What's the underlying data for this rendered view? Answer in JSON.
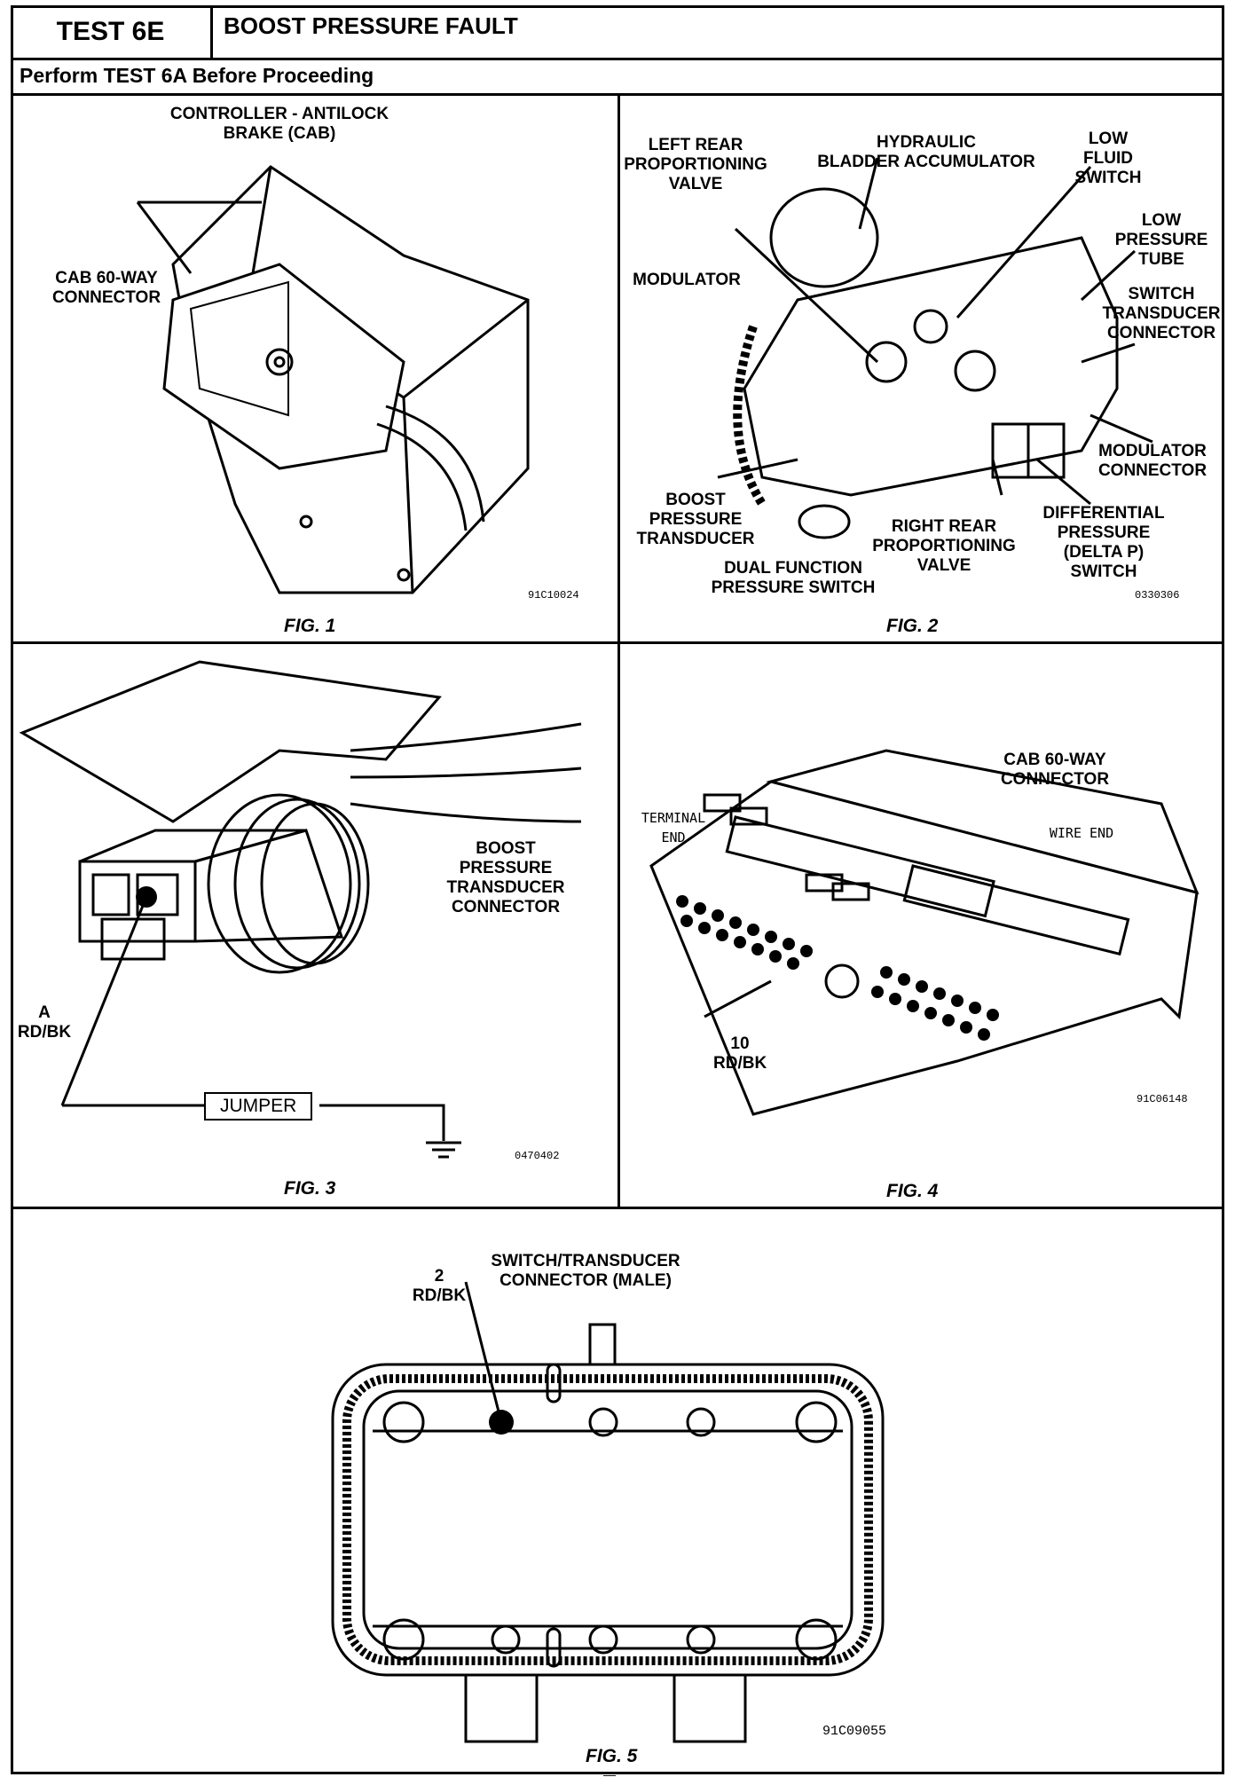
{
  "header": {
    "test_id": "TEST 6E",
    "title": "BOOST PRESSURE FAULT",
    "subtitle": "Perform TEST 6A Before Proceeding"
  },
  "fig1": {
    "title_label": "CONTROLLER - ANTILOCK\nBRAKE (CAB)",
    "connector_label": "CAB 60-WAY\nCONNECTOR",
    "code": "91C10024",
    "caption": "FIG. 1"
  },
  "fig2": {
    "left_rear_valve": "LEFT REAR\nPROPORTIONING\nVALVE",
    "hydraulic_accumulator": "HYDRAULIC\nBLADDER ACCUMULATOR",
    "low_fluid_switch": "LOW\nFLUID\nSWITCH",
    "low_pressure_tube": "LOW\nPRESSURE\nTUBE",
    "modulator": "MODULATOR",
    "switch_transducer_connector": "SWITCH\nTRANSDUCER\nCONNECTOR",
    "modulator_connector": "MODULATOR\nCONNECTOR",
    "boost_pressure_transducer": "BOOST\nPRESSURE\nTRANSDUCER",
    "right_rear_valve": "RIGHT REAR\nPROPORTIONING\nVALVE",
    "differential_switch": "DIFFERENTIAL\nPRESSURE\n(DELTA P)\nSWITCH",
    "dual_function_switch": "DUAL FUNCTION\nPRESSURE SWITCH",
    "code": "0330306",
    "caption": "FIG. 2"
  },
  "fig3": {
    "connector_label": "BOOST\nPRESSURE\nTRANSDUCER\nCONNECTOR",
    "pin_label": "A\nRD/BK",
    "jumper": "JUMPER",
    "code": "0470402",
    "caption": "FIG. 3"
  },
  "fig4": {
    "connector_label": "CAB 60-WAY\nCONNECTOR",
    "terminal_end": "TERMINAL\nEND",
    "wire_end": "WIRE END",
    "pin_label": "10\nRD/BK",
    "code": "91C06148",
    "caption": "FIG. 4"
  },
  "fig5": {
    "connector_label": "SWITCH/TRANSDUCER\nCONNECTOR (MALE)",
    "pin_label": "2\nRD/BK",
    "code": "91C09055",
    "caption": "FIG. 5"
  },
  "footer": {
    "page_mark": "—"
  }
}
